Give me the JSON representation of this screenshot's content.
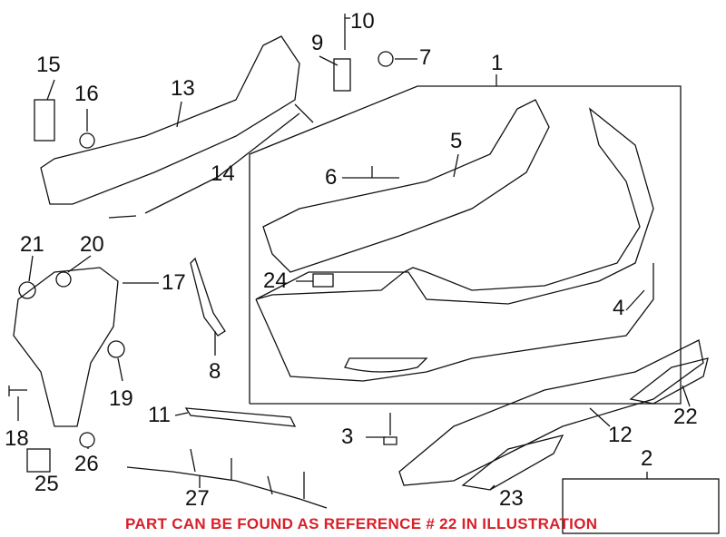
{
  "diagram": {
    "callouts": [
      "1",
      "2",
      "3",
      "4",
      "5",
      "6",
      "7",
      "8",
      "9",
      "10",
      "11",
      "12",
      "13",
      "14",
      "15",
      "16",
      "17",
      "18",
      "19",
      "20",
      "21",
      "22",
      "23",
      "24",
      "25",
      "26",
      "27"
    ],
    "note": "PART CAN BE FOUND AS REFERENCE # 22 IN ILLUSTRATION",
    "note_color": "#d9202a"
  }
}
